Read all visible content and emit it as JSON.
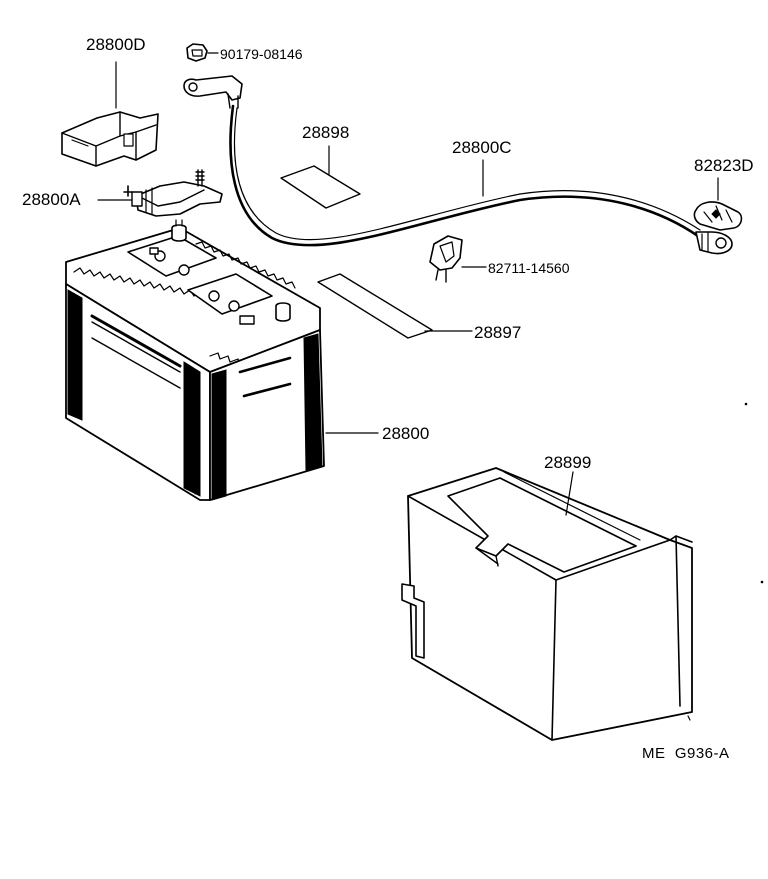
{
  "labels": {
    "p28800D": "28800D",
    "p90179": "90179-08146",
    "p28898": "28898",
    "p28800C": "28800C",
    "p82823D": "82823D",
    "p28800A": "28800A",
    "p82711": "82711-14560",
    "p28897": "28897",
    "p28800": "28800",
    "p28899": "28899"
  },
  "diagram_code": "ME  G936-A"
}
